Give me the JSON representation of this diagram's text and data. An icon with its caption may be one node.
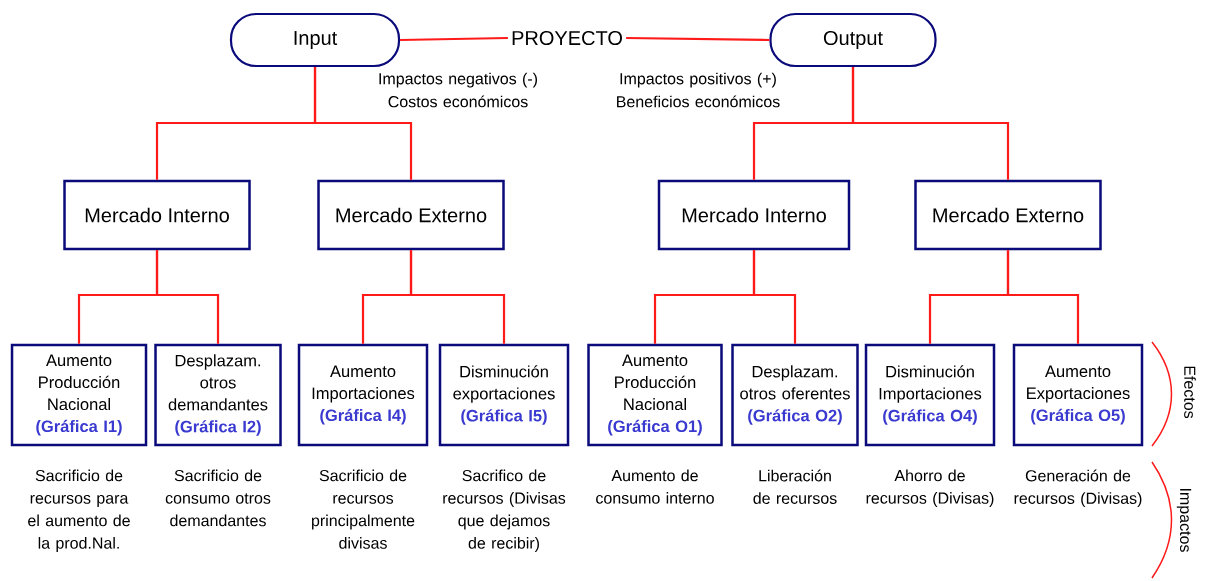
{
  "diagram": {
    "nodes": [
      {
        "text": [
          "Input"
        ]
      },
      {
        "text": [
          "PROYECTO"
        ]
      },
      {
        "text": [
          "Output"
        ]
      },
      {
        "text": [
          "Mercado Interno"
        ]
      },
      {
        "text": [
          "Mercado Externo"
        ]
      },
      {
        "text": [
          "Mercado Interno"
        ]
      },
      {
        "text": [
          "Mercado Externo"
        ]
      },
      {
        "text": [
          "Aumento Producción Nacional",
          "(Gráfica I1)"
        ],
        "beside": [
          "Sacrificio de recursos para el aumento de la prod.Nal."
        ]
      },
      {
        "text": [
          "Desplazam. otros demandantes",
          "(Gráfica I2)"
        ],
        "beside": [
          "Sacrificio de consumo otros demandantes"
        ]
      },
      {
        "text": [
          "Aumento Importaciones",
          "(Gráfica I4)"
        ],
        "beside": [
          "Sacrificio de recursos principalmente divisas"
        ]
      },
      {
        "text": [
          "Disminución exportaciones",
          "(Gráfica I5)"
        ],
        "beside": [
          "Sacrifico de recursos (Divisas que dejamos de recibir)"
        ]
      },
      {
        "text": [
          "Aumento Producción Nacional",
          "(Gráfica O1)"
        ],
        "beside": [
          "Aumento de consumo interno"
        ]
      },
      {
        "text": [
          "Desplazam. otros oferentes",
          "(Gráfica O2)"
        ],
        "beside": [
          "Liberación de recursos"
        ]
      },
      {
        "text": [
          "Disminución Importaciones",
          "(Gráfica O4)"
        ],
        "beside": [
          "Ahorro de recursos (Divisas)"
        ]
      },
      {
        "text": [
          "Aumento Exportaciones",
          "(Gráfica O5)"
        ],
        "beside": [
          "Generación de recursos (Divisas)"
        ]
      }
    ],
    "edges": [
      {
        "from": 0,
        "to": 1,
        "arrow": "none"
      },
      {
        "from": 1,
        "to": 2,
        "arrow": "none"
      },
      {
        "from": 0,
        "to": 3,
        "arrow": "none"
      },
      {
        "from": 0,
        "to": 4,
        "arrow": "none"
      },
      {
        "from": 2,
        "to": 5,
        "arrow": "none"
      },
      {
        "from": 2,
        "to": 6,
        "arrow": "none"
      },
      {
        "from": 3,
        "to": 7,
        "arrow": "none"
      },
      {
        "from": 3,
        "to": 8,
        "arrow": "none"
      },
      {
        "from": 4,
        "to": 9,
        "arrow": "none"
      },
      {
        "from": 4,
        "to": 10,
        "arrow": "none"
      },
      {
        "from": 5,
        "to": 11,
        "arrow": "none"
      },
      {
        "from": 5,
        "to": 12,
        "arrow": "none"
      },
      {
        "from": 6,
        "to": 13,
        "arrow": "none"
      },
      {
        "from": 6,
        "to": 14,
        "arrow": "none"
      }
    ],
    "labels": [
      "Impactos negativos (-) Costos económicos",
      "Impactos positivos (+) Beneficios económicos",
      "Efectos",
      "Impactos"
    ]
  }
}
